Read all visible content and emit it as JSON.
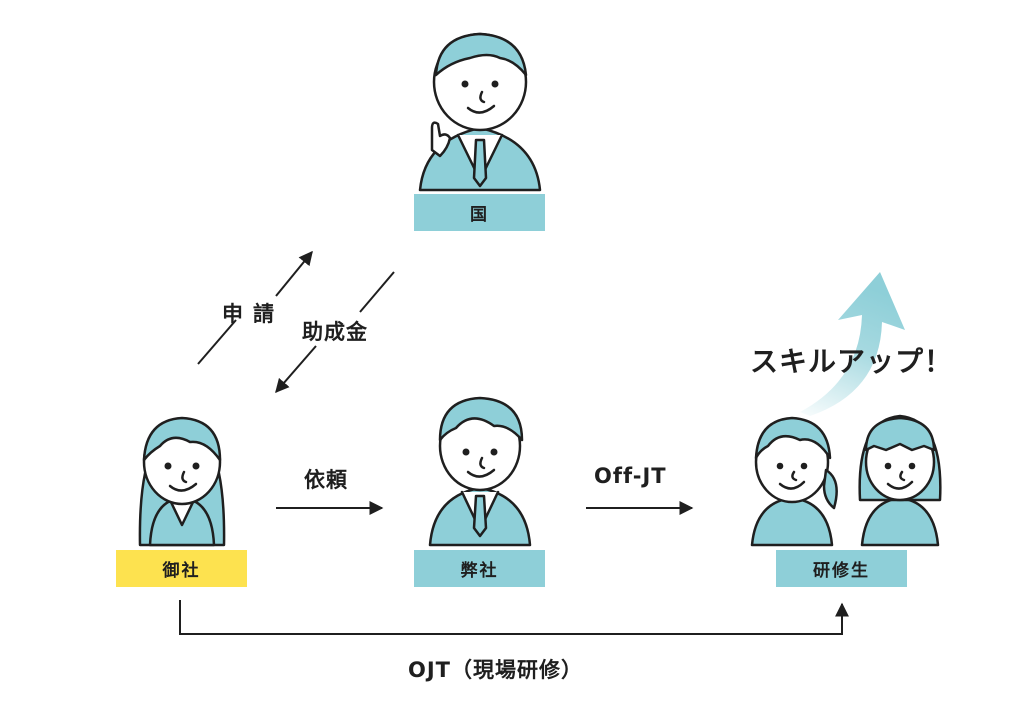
{
  "nodes": {
    "kuni": {
      "label": "国"
    },
    "onsha": {
      "label": "御社"
    },
    "heisha": {
      "label": "弊社"
    },
    "kenshusei": {
      "label": "研修生"
    }
  },
  "edges": {
    "shinsei": "申請",
    "joseikin": "助成金",
    "irai": "依頼",
    "off_jt": "Off-JT",
    "ojt": "OJT（現場研修）"
  },
  "callout": "スキルアップ！",
  "colors": {
    "teal": "#8ecfd8",
    "yellow": "#fde24f",
    "line": "#1f1f1f",
    "skin": "#ffffff"
  }
}
